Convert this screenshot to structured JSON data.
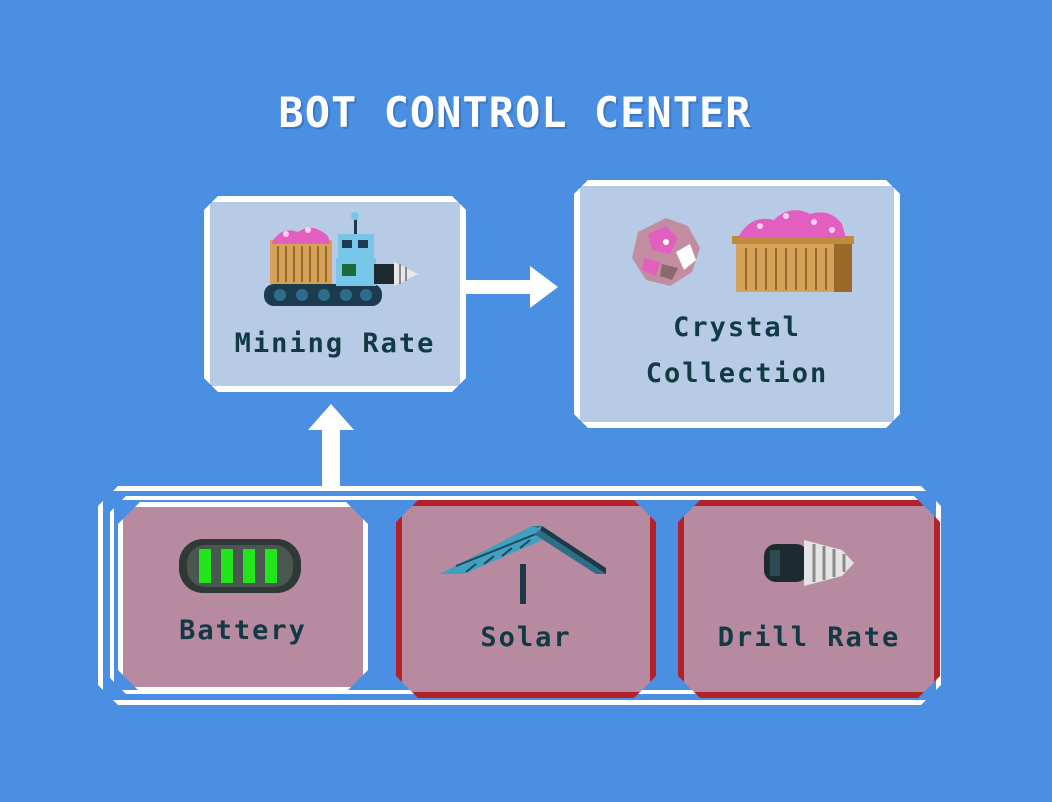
{
  "title": "BOT CONTROL CENTER",
  "nodes": {
    "mining_rate": {
      "label": "Mining Rate"
    },
    "crystal_collection": {
      "label_line1": "Crystal",
      "label_line2": "Collection"
    },
    "battery": {
      "label": "Battery"
    },
    "solar": {
      "label": "Solar"
    },
    "drill_rate": {
      "label": "Drill Rate"
    }
  },
  "icons": {
    "mining_rate": "mining-bot-icon",
    "crystal": "crystal-icon",
    "crate": "crystal-crate-icon",
    "battery": "battery-icon",
    "solar": "solar-panel-icon",
    "drill": "drill-icon"
  },
  "colors": {
    "background": "#4a8fe2",
    "panel": "#b7cbe6",
    "resource": "#b78aa0",
    "resource_border_active": "#b3212a",
    "text": "#123a44",
    "battery_cells": "#22e51c"
  }
}
